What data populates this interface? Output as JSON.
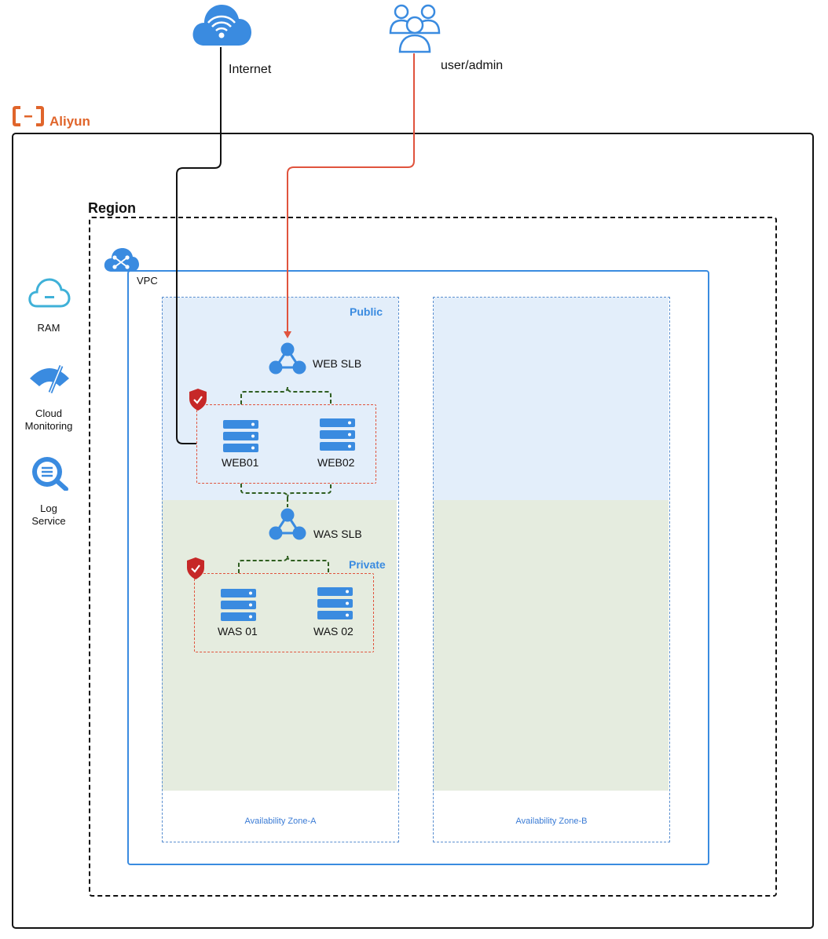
{
  "external": {
    "internet_label": "Internet",
    "user_label": "user/admin"
  },
  "cloud": {
    "brand_label": "Aliyun",
    "brand_color": "#e0652b",
    "region_label": "Region",
    "vpc_label": "VPC"
  },
  "services": [
    {
      "label": "RAM",
      "icon": "ram-icon"
    },
    {
      "label": "Cloud\nMonitoring",
      "icon": "cloud-monitoring-icon"
    },
    {
      "label": "Log\nService",
      "icon": "log-service-icon"
    }
  ],
  "zones": {
    "public_label": "Public",
    "private_label": "Private",
    "zone_a_label": "Availability Zone-A",
    "zone_b_label": "Availability Zone-B"
  },
  "nodes": {
    "web_slb": "WEB SLB",
    "web01": "WEB01",
    "web02": "WEB02",
    "was_slb": "WAS SLB",
    "was01": "WAS 01",
    "was02": "WAS 02"
  },
  "colors": {
    "icon_blue": "#3a8be0",
    "user_path": "#e0533d",
    "internet_path": "#111111",
    "security_group": "#c62828",
    "private_link": "#2e5d1f"
  }
}
